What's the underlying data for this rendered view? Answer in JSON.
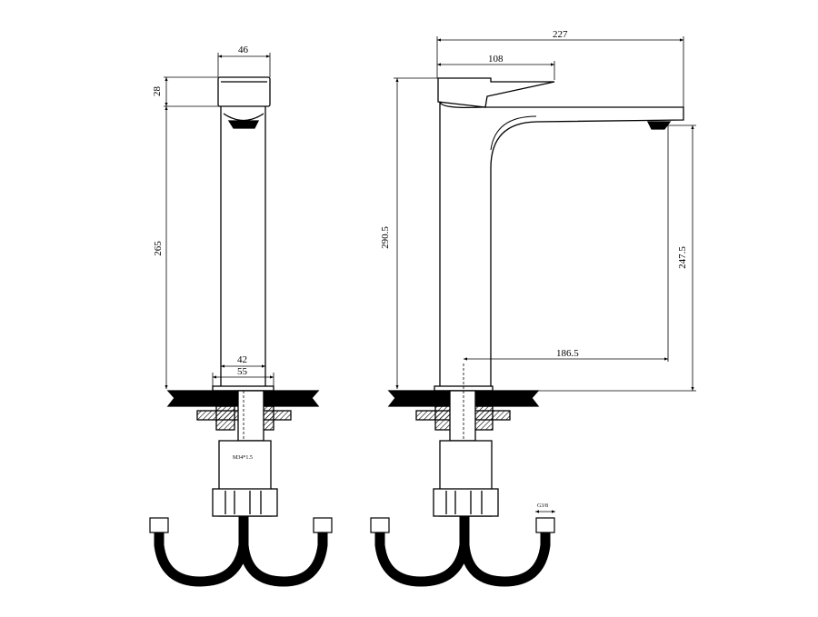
{
  "left_view": {
    "dims": {
      "handle_width": "46",
      "handle_height": "28",
      "body_height": "265",
      "body_width": "42",
      "base_width": "55",
      "thread": "M34*1.5"
    }
  },
  "right_view": {
    "dims": {
      "total_reach": "227",
      "handle_length": "108",
      "total_height": "290.5",
      "spout_height": "247.5",
      "spout_reach": "186.5",
      "hose_thread": "G3/8"
    }
  }
}
